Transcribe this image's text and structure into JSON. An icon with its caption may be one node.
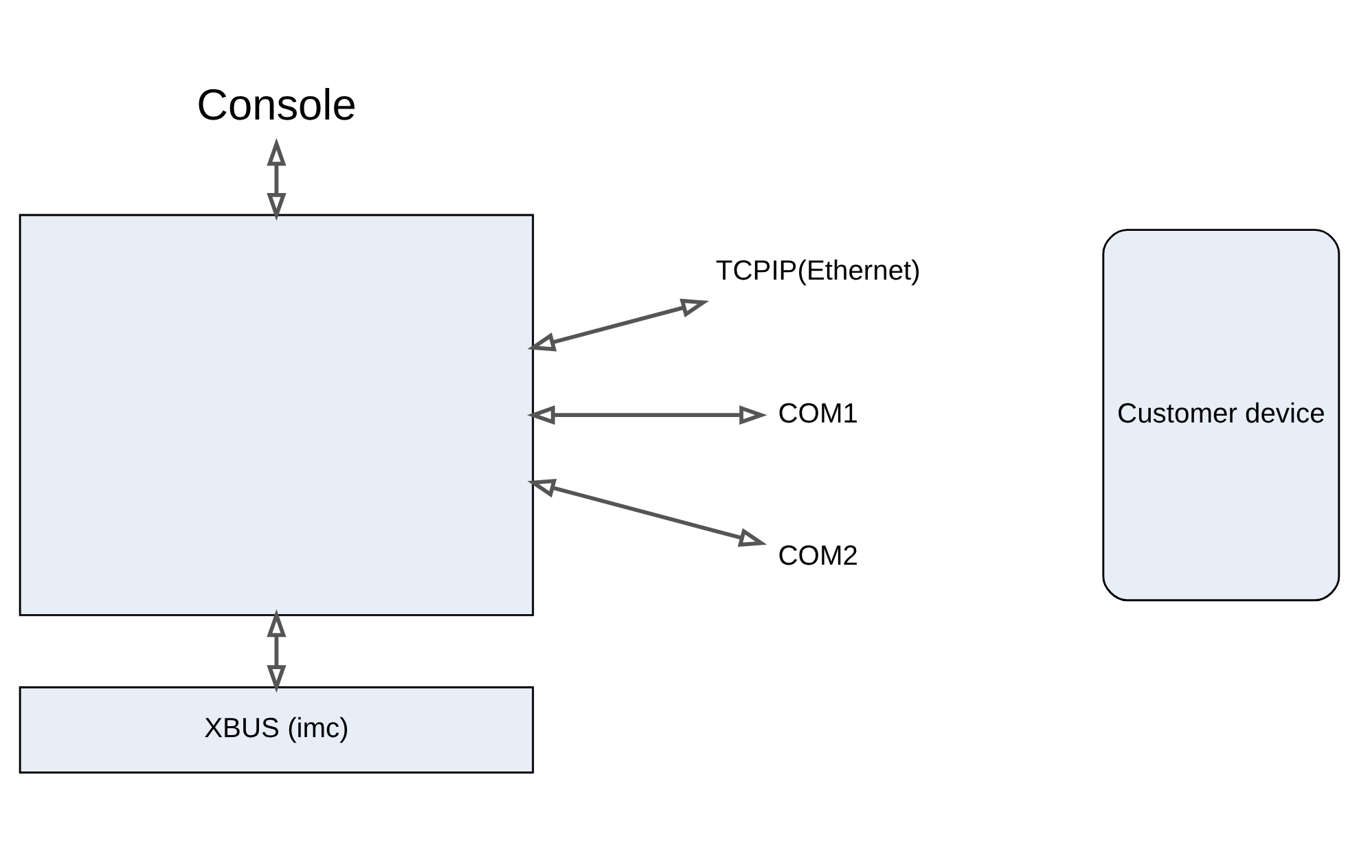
{
  "diagram": {
    "nodes": [
      {
        "text": [
          "Console"
        ]
      },
      {
        "text": [],
        "shape": "box"
      },
      {
        "text": [
          "TCPIP(Ethernet)"
        ]
      },
      {
        "text": [
          "COM1"
        ]
      },
      {
        "text": [
          "COM2"
        ]
      },
      {
        "text": [
          "Customer device"
        ]
      },
      {
        "text": [
          "XBUS (imc)"
        ]
      }
    ],
    "edges": [
      {
        "from": 0,
        "to": 1,
        "arrow": "both"
      },
      {
        "from": 1,
        "to": 2,
        "arrow": "both"
      },
      {
        "from": 1,
        "to": 3,
        "arrow": "both"
      },
      {
        "from": 1,
        "to": 4,
        "arrow": "both"
      },
      {
        "from": 1,
        "to": 6,
        "arrow": "both"
      }
    ]
  }
}
